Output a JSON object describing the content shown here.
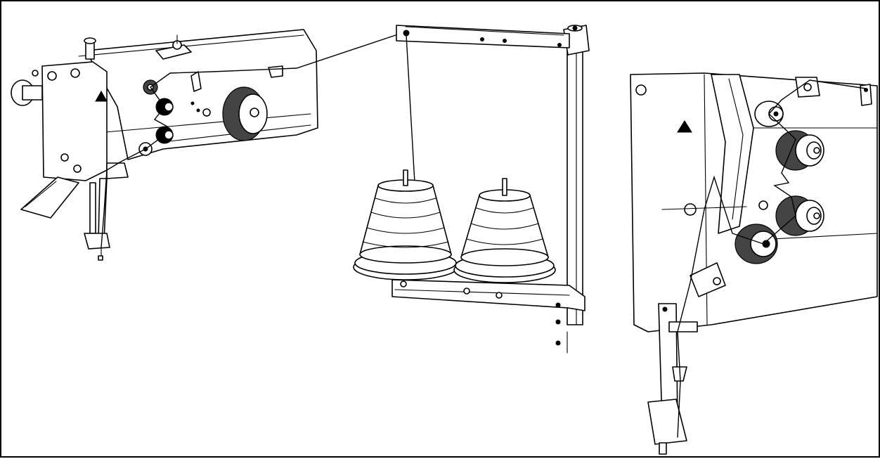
{
  "figure": {
    "caption": "",
    "colors": {
      "line": "#000000",
      "background": "#ffffff",
      "shade": "#d9d9d9"
    }
  },
  "views": [
    {
      "id": "machine-head-left",
      "kind": "sewing-machine-head"
    },
    {
      "id": "thread-stand",
      "kind": "thread-stand",
      "cones": 2
    },
    {
      "id": "machine-head-detail",
      "kind": "threading-detail"
    }
  ]
}
